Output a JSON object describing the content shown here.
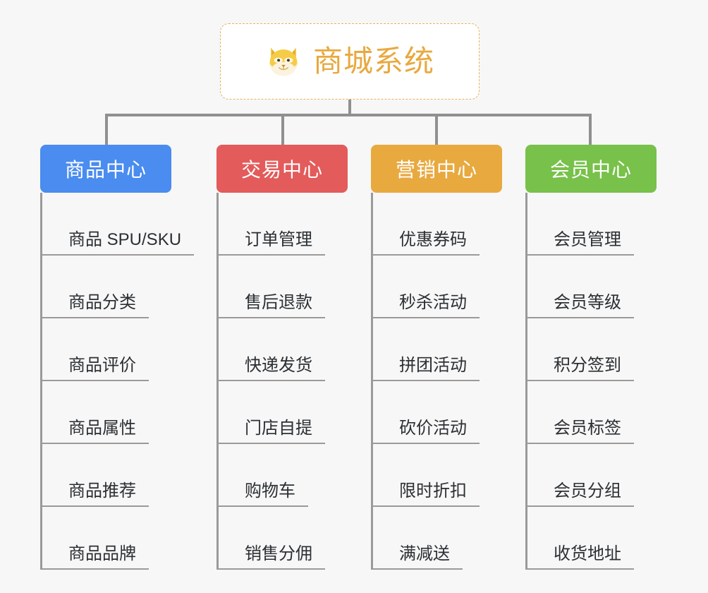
{
  "root": {
    "icon": "shiba-dog-face-icon",
    "title": "商城系统",
    "title_color": "#e8a93f",
    "border_color": "#e8b05e"
  },
  "theme": {
    "background": "#f7f7f7",
    "connector_color": "#909090",
    "leaf_line_color": "#9a9a9a",
    "leaf_text_color": "#2b2f33"
  },
  "columns": [
    {
      "header": "商品中心",
      "color": "#4a8cef",
      "color_name": "blue",
      "items": [
        "商品 SPU/SKU",
        "商品分类",
        "商品评价",
        "商品属性",
        "商品推荐",
        "商品品牌"
      ]
    },
    {
      "header": "交易中心",
      "color": "#e35b5b",
      "color_name": "red",
      "items": [
        "订单管理",
        "售后退款",
        "快递发货",
        "门店自提",
        "购物车",
        "销售分佣"
      ]
    },
    {
      "header": "营销中心",
      "color": "#e8a93f",
      "color_name": "orange",
      "items": [
        "优惠券码",
        "秒杀活动",
        "拼团活动",
        "砍价活动",
        "限时折扣",
        "满减送"
      ]
    },
    {
      "header": "会员中心",
      "color": "#78c14a",
      "color_name": "green",
      "items": [
        "会员管理",
        "会员等级",
        "积分签到",
        "会员标签",
        "会员分组",
        "收货地址"
      ]
    }
  ]
}
